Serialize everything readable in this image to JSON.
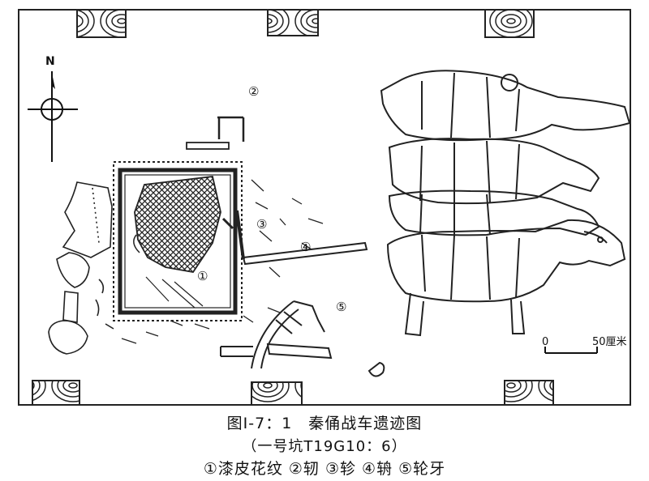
{
  "figure": {
    "north_label": "N",
    "scale_zero": "0",
    "scale_label": "50厘米",
    "markers": [
      "①",
      "②",
      "③",
      "④",
      "⑤"
    ]
  },
  "caption": {
    "title": "图Ⅰ-7：1　秦俑战车遗迹图",
    "subtitle": "（一号坑T19G10：6）",
    "legend": "①漆皮花纹 ②轫 ③轸 ④辀 ⑤轮牙"
  }
}
